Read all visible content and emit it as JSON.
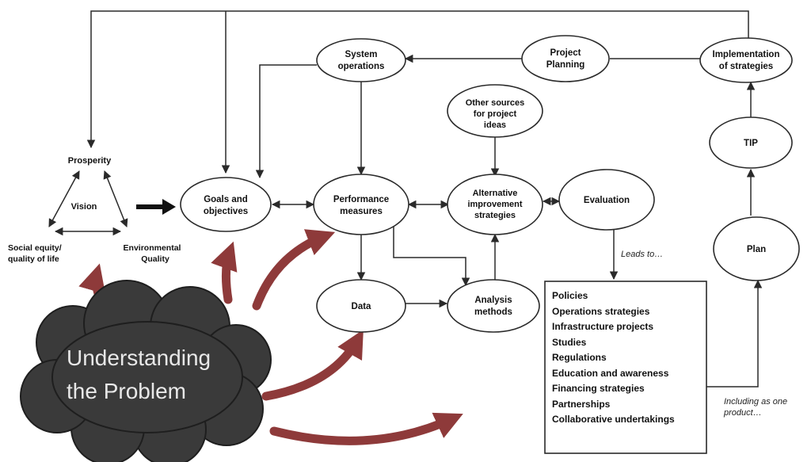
{
  "nodes": {
    "system_operations": [
      "System",
      "operations"
    ],
    "project_planning": [
      "Project",
      "Planning"
    ],
    "implementation": [
      "Implementation",
      "of strategies"
    ],
    "other_sources": [
      "Other sources",
      "for project",
      "ideas"
    ],
    "tip": [
      "TIP"
    ],
    "goals": [
      "Goals and",
      "objectives"
    ],
    "performance": [
      "Performance",
      "measures"
    ],
    "alternative": [
      "Alternative",
      "improvement",
      "strategies"
    ],
    "evaluation": [
      "Evaluation"
    ],
    "plan": [
      "Plan"
    ],
    "data": [
      "Data"
    ],
    "analysis": [
      "Analysis",
      "methods"
    ]
  },
  "vision": {
    "prosperity": "Prosperity",
    "vision": "Vision",
    "social": [
      "Social equity/",
      "quality of life"
    ],
    "environmental": [
      "Environmental",
      "Quality"
    ]
  },
  "cloud": [
    "Understanding",
    "the Problem"
  ],
  "leads_to": "Leads to…",
  "including": [
    "Including as one",
    "product…"
  ],
  "outcomes": [
    "Policies",
    "Operations strategies",
    "Infrastructure projects",
    "Studies",
    "Regulations",
    "Education and awareness",
    "Financing strategies",
    "Partnerships",
    "Collaborative undertakings"
  ],
  "colors": {
    "arrow_red": "#8e3a3a",
    "cloud_dark": "#3a3a3a",
    "ink": "#2a2a2a"
  }
}
